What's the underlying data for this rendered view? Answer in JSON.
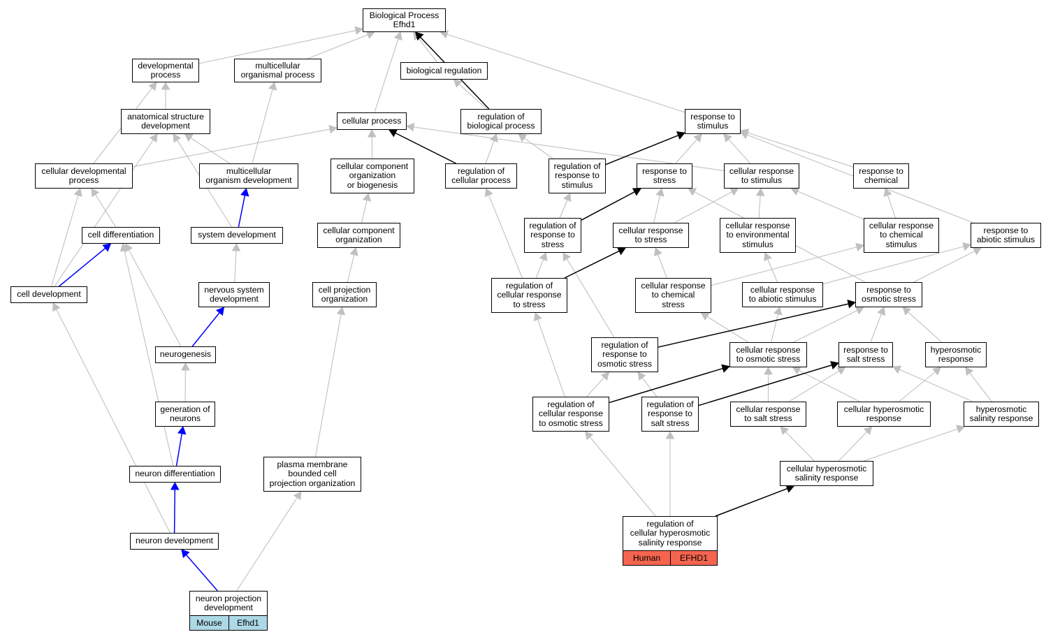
{
  "colors": {
    "edge_default": "#c0c0c0",
    "edge_black": "#000000",
    "edge_blue": "#0000ff",
    "mouse_tag": "#add8e6",
    "human_tag": "#f4644e"
  },
  "nodes": {
    "bp": "Biological Process\nEfhd1",
    "devproc": "developmental\nprocess",
    "multiproc": "multicellular\norganismal process",
    "bioreg": "biological regulation",
    "anatdev": "anatomical structure\ndevelopment",
    "cellproc": "cellular process",
    "regbio": "regulation of\nbiological process",
    "respstim": "response to\nstimulus",
    "celldevproc": "cellular developmental\nprocess",
    "multidev": "multicellular\norganism development",
    "ccob": "cellular component\norganization\nor biogenesis",
    "regcell": "regulation of\ncellular process",
    "regrespstim": "regulation of\nresponse to\nstimulus",
    "respstress": "response to\nstress",
    "cellrespstim": "cellular response\nto stimulus",
    "respchem": "response to\nchemical",
    "celldiff": "cell differentiation",
    "sysdev": "system development",
    "cco": "cellular component\norganization",
    "regrespstress": "regulation of\nresponse to\nstress",
    "cellrespstress": "cellular response\nto stress",
    "cellrespenv": "cellular response\nto environmental\nstimulus",
    "cellrespchem": "cellular response\nto chemical\nstimulus",
    "respabiotic": "response to\nabiotic stimulus",
    "celldev": "cell development",
    "nervdev": "nervous system\ndevelopment",
    "cpo": "cell projection\norganization",
    "regcellrespstress": "regulation of\ncellular response\nto stress",
    "cellrespchemstress": "cellular response\nto chemical\nstress",
    "cellrespabiotic": "cellular response\nto abiotic stimulus",
    "resposm": "response to\nosmotic stress",
    "neurogen": "neurogenesis",
    "regresposm": "regulation of\nresponse to\nosmotic stress",
    "cellresposm": "cellular response\nto osmotic stress",
    "respsalt": "response to\nsalt stress",
    "hyperresp": "hyperosmotic\nresponse",
    "genneur": "generation of\nneurons",
    "regcellresposm": "regulation of\ncellular response\nto osmotic stress",
    "regrespsalt": "regulation of\nresponse to\nsalt stress",
    "cellrespsalt": "cellular response\nto salt stress",
    "cellhyper": "cellular hyperosmotic\nresponse",
    "hypersal": "hyperosmotic\nsalinity response",
    "pmbcpo": "plasma membrane\nbounded cell\nprojection organization",
    "neurdiff": "neuron differentiation",
    "cellhypersal": "cellular hyperosmotic\nsalinity response",
    "neurdev": "neuron development",
    "regcellhypersal": "regulation of\ncellular hyperosmotic\nsalinity response",
    "npd": "neuron projection\ndevelopment"
  },
  "tags": {
    "npd_species": "Mouse",
    "npd_gene": "Efhd1",
    "reg_species": "Human",
    "reg_gene": "EFHD1"
  },
  "edges": [
    [
      "devproc",
      "bp",
      "gray"
    ],
    [
      "multiproc",
      "bp",
      "gray"
    ],
    [
      "bioreg",
      "bp",
      "gray"
    ],
    [
      "cellproc",
      "bp",
      "gray"
    ],
    [
      "regbio",
      "bp",
      "black"
    ],
    [
      "respstim",
      "bp",
      "gray"
    ],
    [
      "anatdev",
      "devproc",
      "gray"
    ],
    [
      "celldevproc",
      "devproc",
      "gray"
    ],
    [
      "multidev",
      "multiproc",
      "gray"
    ],
    [
      "regbio",
      "bioreg",
      "gray"
    ],
    [
      "multidev",
      "anatdev",
      "gray"
    ],
    [
      "sysdev",
      "anatdev",
      "gray"
    ],
    [
      "celldev",
      "anatdev",
      "gray"
    ],
    [
      "celldevproc",
      "cellproc",
      "gray"
    ],
    [
      "ccob",
      "cellproc",
      "gray"
    ],
    [
      "regcell",
      "cellproc",
      "black"
    ],
    [
      "cellrespstim",
      "cellproc",
      "gray"
    ],
    [
      "regcell",
      "regbio",
      "gray"
    ],
    [
      "regrespstim",
      "regbio",
      "gray"
    ],
    [
      "regrespstim",
      "respstim",
      "black"
    ],
    [
      "respstress",
      "respstim",
      "gray"
    ],
    [
      "cellrespstim",
      "respstim",
      "gray"
    ],
    [
      "respchem",
      "respstim",
      "gray"
    ],
    [
      "respabiotic",
      "respstim",
      "gray"
    ],
    [
      "celldiff",
      "celldevproc",
      "gray"
    ],
    [
      "celldev",
      "celldevproc",
      "gray"
    ],
    [
      "sysdev",
      "multidev",
      "blue"
    ],
    [
      "cco",
      "ccob",
      "gray"
    ],
    [
      "regcellrespstress",
      "regcell",
      "gray"
    ],
    [
      "regrespstress",
      "regrespstim",
      "gray"
    ],
    [
      "regrespstress",
      "respstress",
      "black"
    ],
    [
      "cellrespstress",
      "respstress",
      "gray"
    ],
    [
      "resposm",
      "respstress",
      "gray"
    ],
    [
      "cellrespstress",
      "cellrespstim",
      "gray"
    ],
    [
      "cellrespenv",
      "cellrespstim",
      "gray"
    ],
    [
      "cellrespchem",
      "cellrespstim",
      "gray"
    ],
    [
      "cellrespchem",
      "respchem",
      "gray"
    ],
    [
      "celldev",
      "celldiff",
      "blue"
    ],
    [
      "neurogen",
      "celldiff",
      "gray"
    ],
    [
      "neurdiff",
      "celldiff",
      "gray"
    ],
    [
      "nervdev",
      "sysdev",
      "gray"
    ],
    [
      "cpo",
      "cco",
      "gray"
    ],
    [
      "regcellrespstress",
      "regrespstress",
      "gray"
    ],
    [
      "regresposm",
      "regrespstress",
      "gray"
    ],
    [
      "regcellrespstress",
      "cellrespstress",
      "black"
    ],
    [
      "cellrespchemstress",
      "cellrespstress",
      "gray"
    ],
    [
      "cellrespabiotic",
      "cellrespenv",
      "gray"
    ],
    [
      "cellrespchemstress",
      "cellrespchem",
      "gray"
    ],
    [
      "cellrespabiotic",
      "respabiotic",
      "gray"
    ],
    [
      "resposm",
      "respabiotic",
      "gray"
    ],
    [
      "neurdev",
      "celldev",
      "gray"
    ],
    [
      "neurogen",
      "nervdev",
      "blue"
    ],
    [
      "pmbcpo",
      "cpo",
      "gray"
    ],
    [
      "regcellresposm",
      "regcellrespstress",
      "gray"
    ],
    [
      "cellresposm",
      "cellrespchemstress",
      "gray"
    ],
    [
      "cellresposm",
      "cellrespabiotic",
      "gray"
    ],
    [
      "regresposm",
      "resposm",
      "black"
    ],
    [
      "cellresposm",
      "resposm",
      "gray"
    ],
    [
      "respsalt",
      "resposm",
      "gray"
    ],
    [
      "hyperresp",
      "resposm",
      "gray"
    ],
    [
      "genneur",
      "neurogen",
      "gray"
    ],
    [
      "regcellresposm",
      "regresposm",
      "gray"
    ],
    [
      "regrespsalt",
      "regresposm",
      "gray"
    ],
    [
      "regcellresposm",
      "cellresposm",
      "black"
    ],
    [
      "cellrespsalt",
      "cellresposm",
      "gray"
    ],
    [
      "cellhyper",
      "cellresposm",
      "gray"
    ],
    [
      "regrespsalt",
      "respsalt",
      "black"
    ],
    [
      "cellrespsalt",
      "respsalt",
      "gray"
    ],
    [
      "hypersal",
      "respsalt",
      "gray"
    ],
    [
      "cellhyper",
      "hyperresp",
      "gray"
    ],
    [
      "hypersal",
      "hyperresp",
      "gray"
    ],
    [
      "neurdiff",
      "genneur",
      "blue"
    ],
    [
      "cellhypersal",
      "cellrespsalt",
      "gray"
    ],
    [
      "cellhypersal",
      "cellhyper",
      "gray"
    ],
    [
      "cellhypersal",
      "hypersal",
      "gray"
    ],
    [
      "neurdev",
      "neurdiff",
      "blue"
    ],
    [
      "npd",
      "neurdev",
      "blue"
    ],
    [
      "npd",
      "pmbcpo",
      "gray"
    ],
    [
      "regcellhypersal",
      "regcellresposm",
      "gray"
    ],
    [
      "regcellhypersal",
      "regrespsalt",
      "gray"
    ],
    [
      "regcellhypersal",
      "cellhypersal",
      "black"
    ]
  ]
}
